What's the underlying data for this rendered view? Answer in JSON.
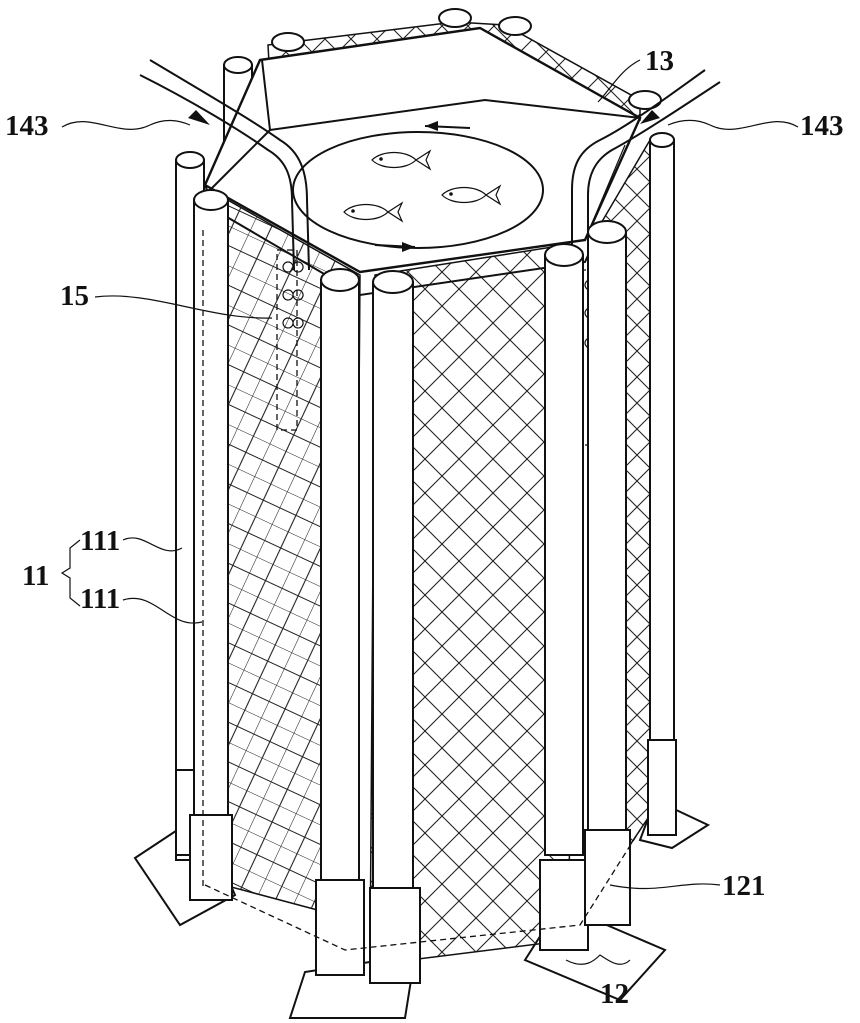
{
  "labels": {
    "inlet_left": "143",
    "inlet_right": "143",
    "top_deck": "13",
    "bag": "15",
    "group": "11",
    "post_upper": "111",
    "post_lower": "111",
    "sleeve": "121",
    "base": "12"
  }
}
